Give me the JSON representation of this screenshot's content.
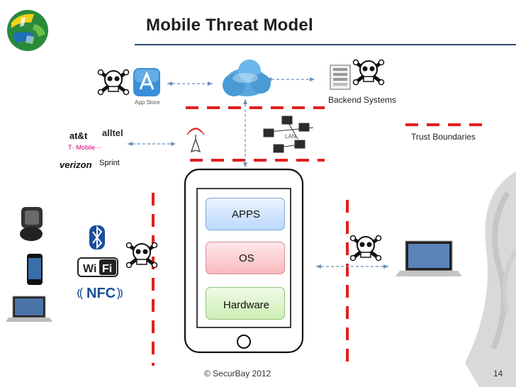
{
  "slide": {
    "title": "Mobile Threat Model",
    "footer": "© SecurBay 2012",
    "page_number": "14"
  },
  "labels": {
    "app_store": "App Store",
    "backend_systems": "Backend Systems",
    "trust_boundaries": "Trust Boundaries",
    "lan": "LAN"
  },
  "carriers": {
    "att": "at&t",
    "alltel": "alltel",
    "tmobile": "T··Mobile···",
    "verizon": "verizon",
    "sprint": "Sprint"
  },
  "connectivity": {
    "wifi": "WiFi",
    "nfc": "NFC"
  },
  "layers": {
    "apps": "APPS",
    "os": "OS",
    "hardware": "Hardware"
  },
  "colors": {
    "boundary_red": "#e02020",
    "title_rule": "#2c4a6e",
    "arrow_blue": "#6a8fb8"
  }
}
